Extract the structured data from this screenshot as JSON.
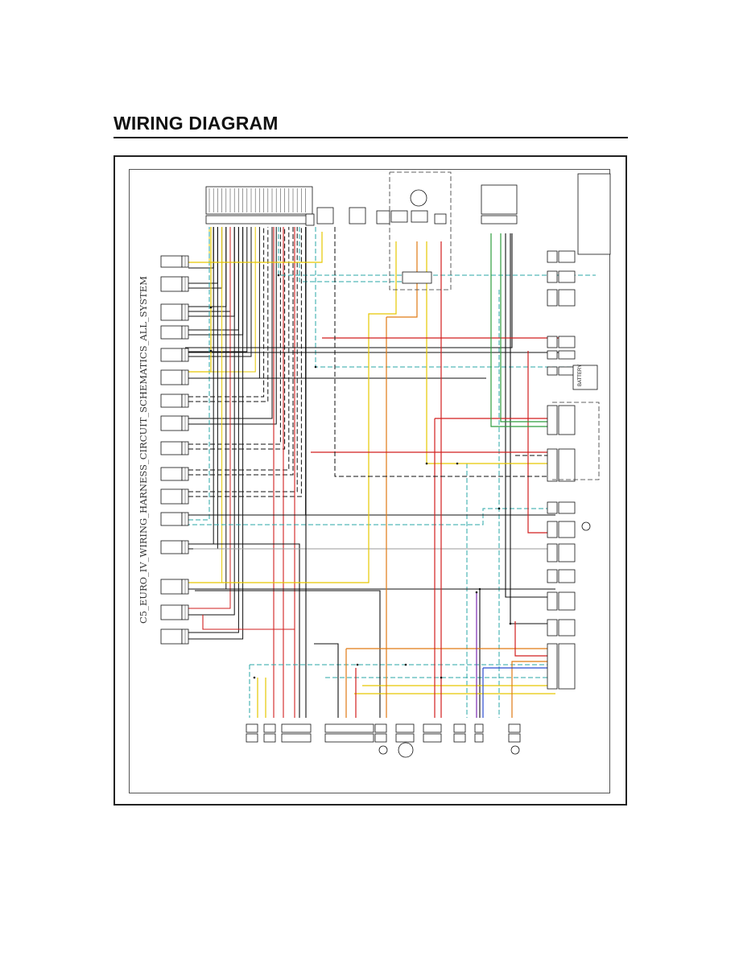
{
  "page": {
    "title": "WIRING DIAGRAM"
  },
  "diagram": {
    "schematic_title": "C5_EURO_IV_WIRING_HARNESS_CIRCUIT_SCHEMATICS_ALL_SYSTEM",
    "wire_colors": {
      "black": "#111111",
      "red": "#d21f1f",
      "yellow": "#e6c800",
      "orange": "#e07a14",
      "green": "#2e9e3e",
      "cyan": "#2aa7a7",
      "blue": "#2a4bd0",
      "purple": "#7a2ab0",
      "gray": "#9a9a9a"
    },
    "labels": {
      "battery": "BATTERY"
    }
  }
}
